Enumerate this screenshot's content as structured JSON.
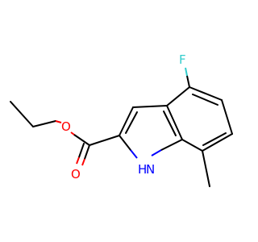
{
  "molecule": {
    "atoms": {
      "fluorine": {
        "label": "F",
        "color": "#33cccc"
      },
      "ether_oxygen": {
        "label": "O",
        "color": "#ff0000"
      },
      "carbonyl_oxygen": {
        "label": "O",
        "color": "#ff0000"
      },
      "indole_nh": {
        "label": "H",
        "color": "#0000ff"
      },
      "indole_n": {
        "label": "N",
        "color": "#0000ff"
      }
    },
    "bond_color": "#000000",
    "background": "#ffffff"
  }
}
